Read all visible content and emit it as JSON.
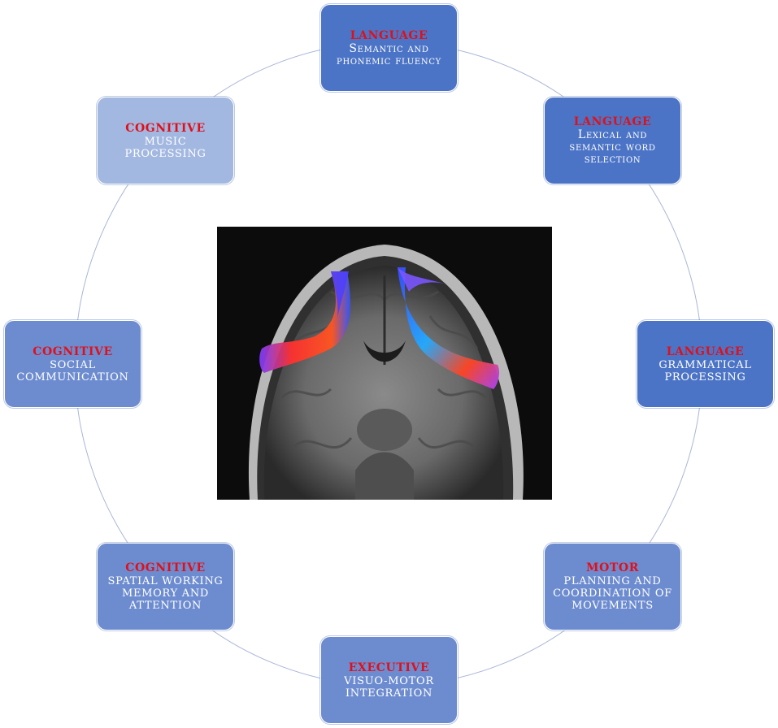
{
  "diagram": {
    "nodes": [
      {
        "id": "top",
        "category": "LANGUAGE",
        "description": "Semantic and phonemic fluency"
      },
      {
        "id": "upper-right",
        "category": "LANGUAGE",
        "description": "Lexical and semantic word selection"
      },
      {
        "id": "right",
        "category": "LANGUAGE",
        "description": "GRAMMATICAL PROCESSING"
      },
      {
        "id": "lower-right",
        "category": "MOTOR",
        "description": "PLANNING AND COORDINATION OF MOVEMENTS"
      },
      {
        "id": "bottom",
        "category": "EXECUTIVE",
        "description": "VISUO-MOTOR INTEGRATION"
      },
      {
        "id": "lower-left",
        "category": "COGNITIVE",
        "description": "SPATIAL WORKING MEMORY AND ATTENTION"
      },
      {
        "id": "left",
        "category": "COGNITIVE",
        "description": "SOCIAL COMMUNICATION"
      },
      {
        "id": "upper-left",
        "category": "COGNITIVE",
        "description": "MUSIC PROCESSING"
      }
    ],
    "colors": {
      "category_text": "#e0101a",
      "box_dark": "#4c74c6",
      "box_mid": "#6d8cd0",
      "box_light": "#a3b8e1",
      "ring": "#a9b6d8"
    },
    "center_image": "brain-mri-tractography"
  }
}
